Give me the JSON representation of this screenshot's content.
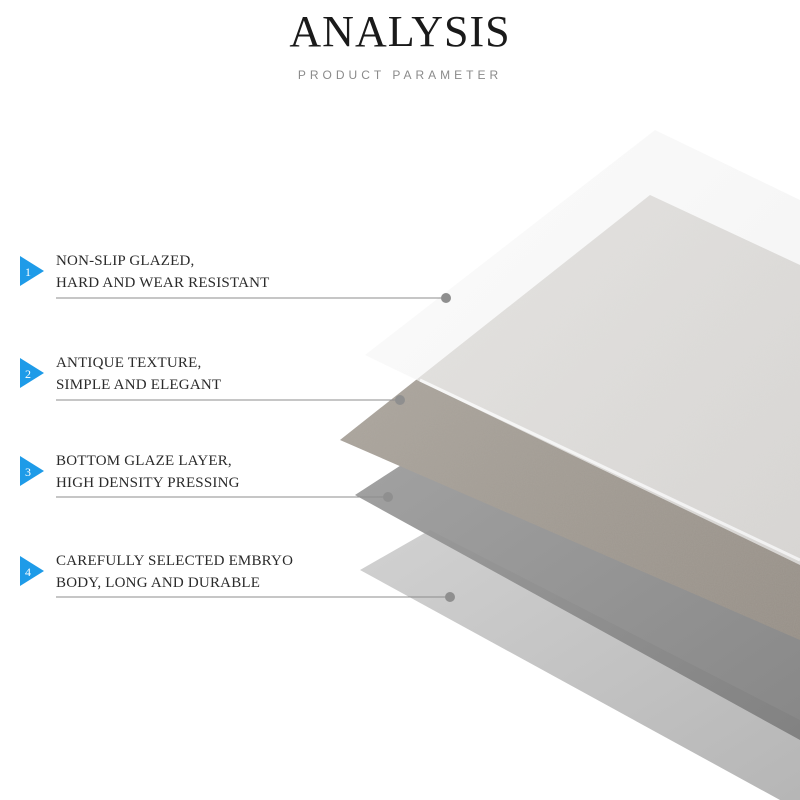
{
  "header": {
    "title": "ANALYSIS",
    "subtitle": "PRODUCT PARAMETER"
  },
  "colors": {
    "accent_blue": "#1e9be8",
    "leader_line": "#8c8c8c",
    "marker_dot": "#8f8f8f",
    "glaze_layer": "#f4f4f4",
    "texture_layer": "#a59f97",
    "bottom_glaze_layer": "#8e8e8e",
    "body_layer": "#bdbdbd"
  },
  "features": [
    {
      "number": "1",
      "line1": "NON-SLIP GLAZED,",
      "line2": "HARD AND WEAR RESISTANT",
      "icon": "blue-triangle-badge"
    },
    {
      "number": "2",
      "line1": "ANTIQUE TEXTURE,",
      "line2": "SIMPLE AND ELEGANT",
      "icon": "blue-triangle-badge"
    },
    {
      "number": "3",
      "line1": "BOTTOM GLAZE LAYER,",
      "line2": "HIGH DENSITY PRESSING",
      "icon": "blue-triangle-badge"
    },
    {
      "number": "4",
      "line1": "CAREFULLY SELECTED EMBRYO",
      "line2": "BODY, LONG AND DURABLE",
      "icon": "blue-triangle-badge"
    }
  ]
}
